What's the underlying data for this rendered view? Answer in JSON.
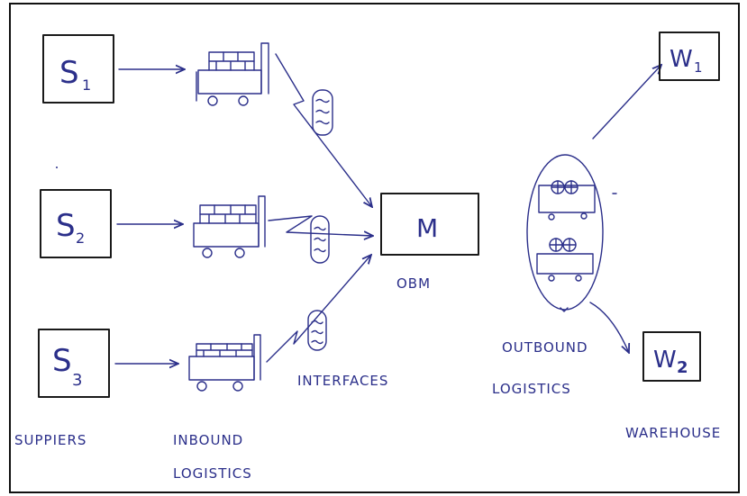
{
  "suppliers": [
    {
      "letter": "S",
      "sub": "1"
    },
    {
      "letter": "S",
      "sub": "2"
    },
    {
      "letter": "S",
      "sub": "3"
    }
  ],
  "manufacturer": {
    "letter": "M",
    "caption": "OBM"
  },
  "warehouses": [
    {
      "letter": "W",
      "sub": "1"
    },
    {
      "letter": "W",
      "sub": "2"
    }
  ],
  "labels": {
    "suppliers": "SUPPIERS",
    "inbound_line1": "INBOUND",
    "inbound_line2": "LOGISTICS",
    "interfaces": "INTERFACES",
    "outbound_line1": "OUTBOUND",
    "outbound_line2": "LOGISTICS",
    "warehouse": "WAREHOUSE"
  },
  "colors": {
    "ink": "#2b2f8a",
    "box": "#1a1a1a"
  }
}
